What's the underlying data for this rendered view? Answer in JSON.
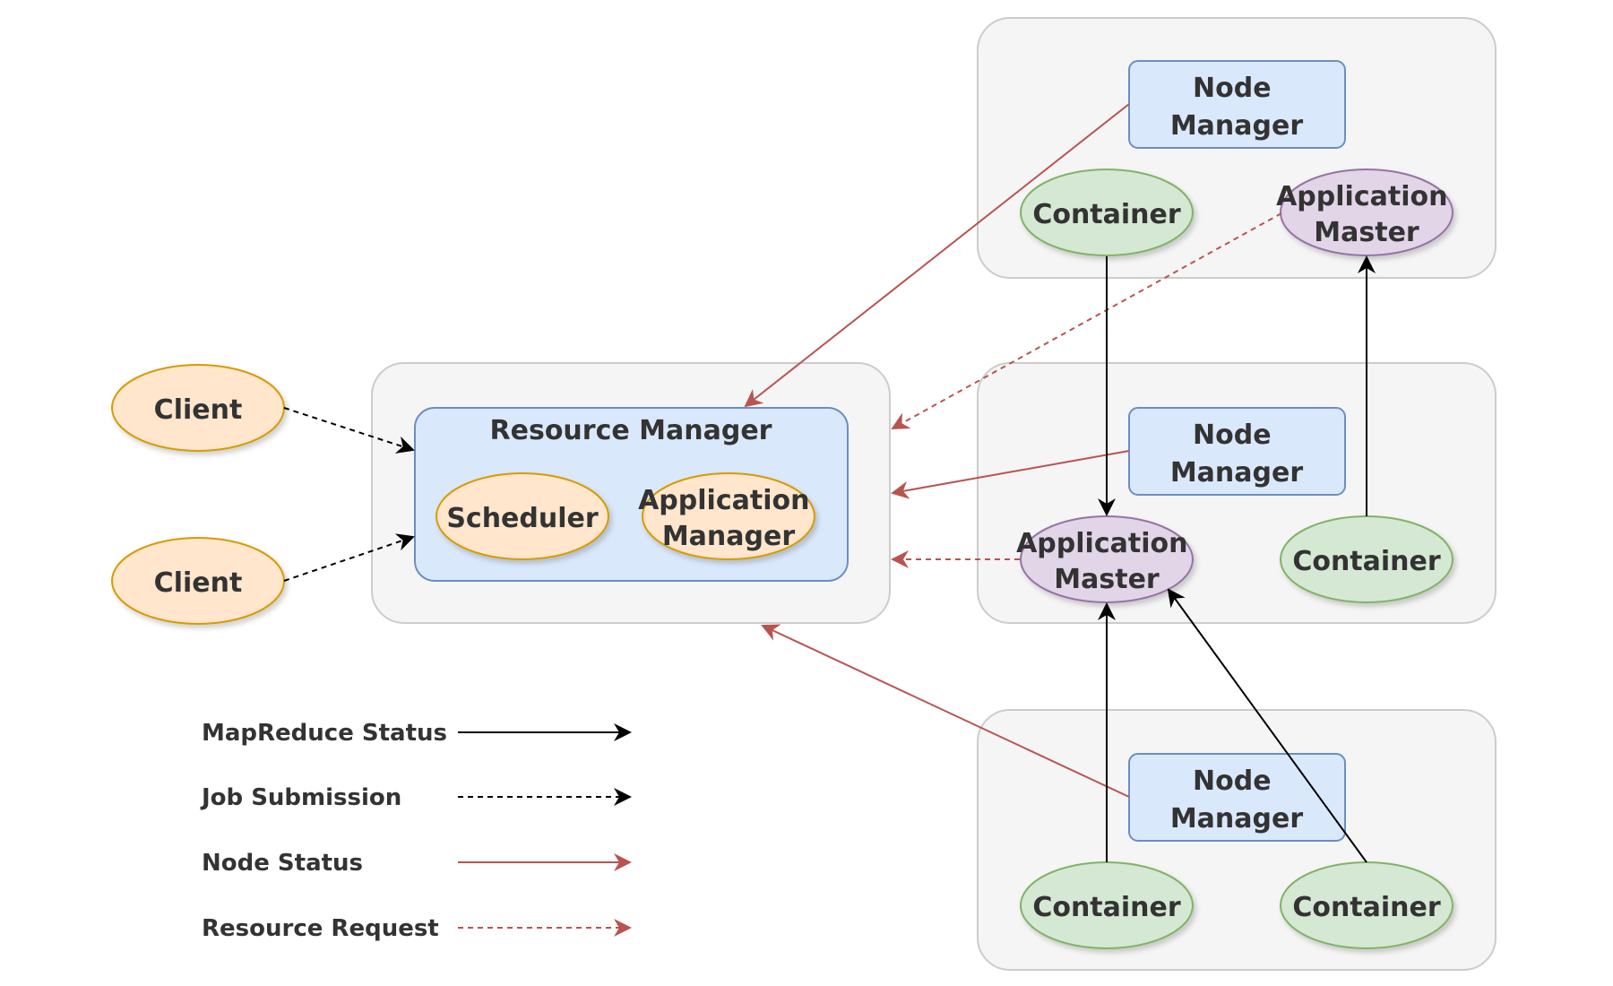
{
  "resource_manager": {
    "title": "Resource Manager",
    "scheduler": "Scheduler",
    "app_manager": [
      "Application",
      "Manager"
    ]
  },
  "clients": [
    {
      "label": "Client"
    },
    {
      "label": "Client"
    }
  ],
  "node_manager_label": [
    "Node",
    "Manager"
  ],
  "container_label": "Container",
  "app_master_label": [
    "Application",
    "Master"
  ],
  "legend": [
    {
      "label": "MapReduce Status",
      "color": "#000000",
      "dashed": false
    },
    {
      "label": "Job Submission",
      "color": "#000000",
      "dashed": true
    },
    {
      "label": "Node Status",
      "color": "#b85450",
      "dashed": false
    },
    {
      "label": "Resource Request",
      "color": "#b85450",
      "dashed": true
    }
  ],
  "colors": {
    "group_fill": "#f5f5f5",
    "group_stroke": "#cccccc",
    "blue_fill": "#dae8fc",
    "blue_stroke": "#6c8ebf",
    "orange_fill": "#ffe6cc",
    "orange_stroke": "#d79b00",
    "green_fill": "#d5e8d4",
    "green_stroke": "#82b366",
    "purple_fill": "#e1d5e7",
    "purple_stroke": "#9673a6",
    "red_edge": "#b85450",
    "black_edge": "#000000"
  }
}
